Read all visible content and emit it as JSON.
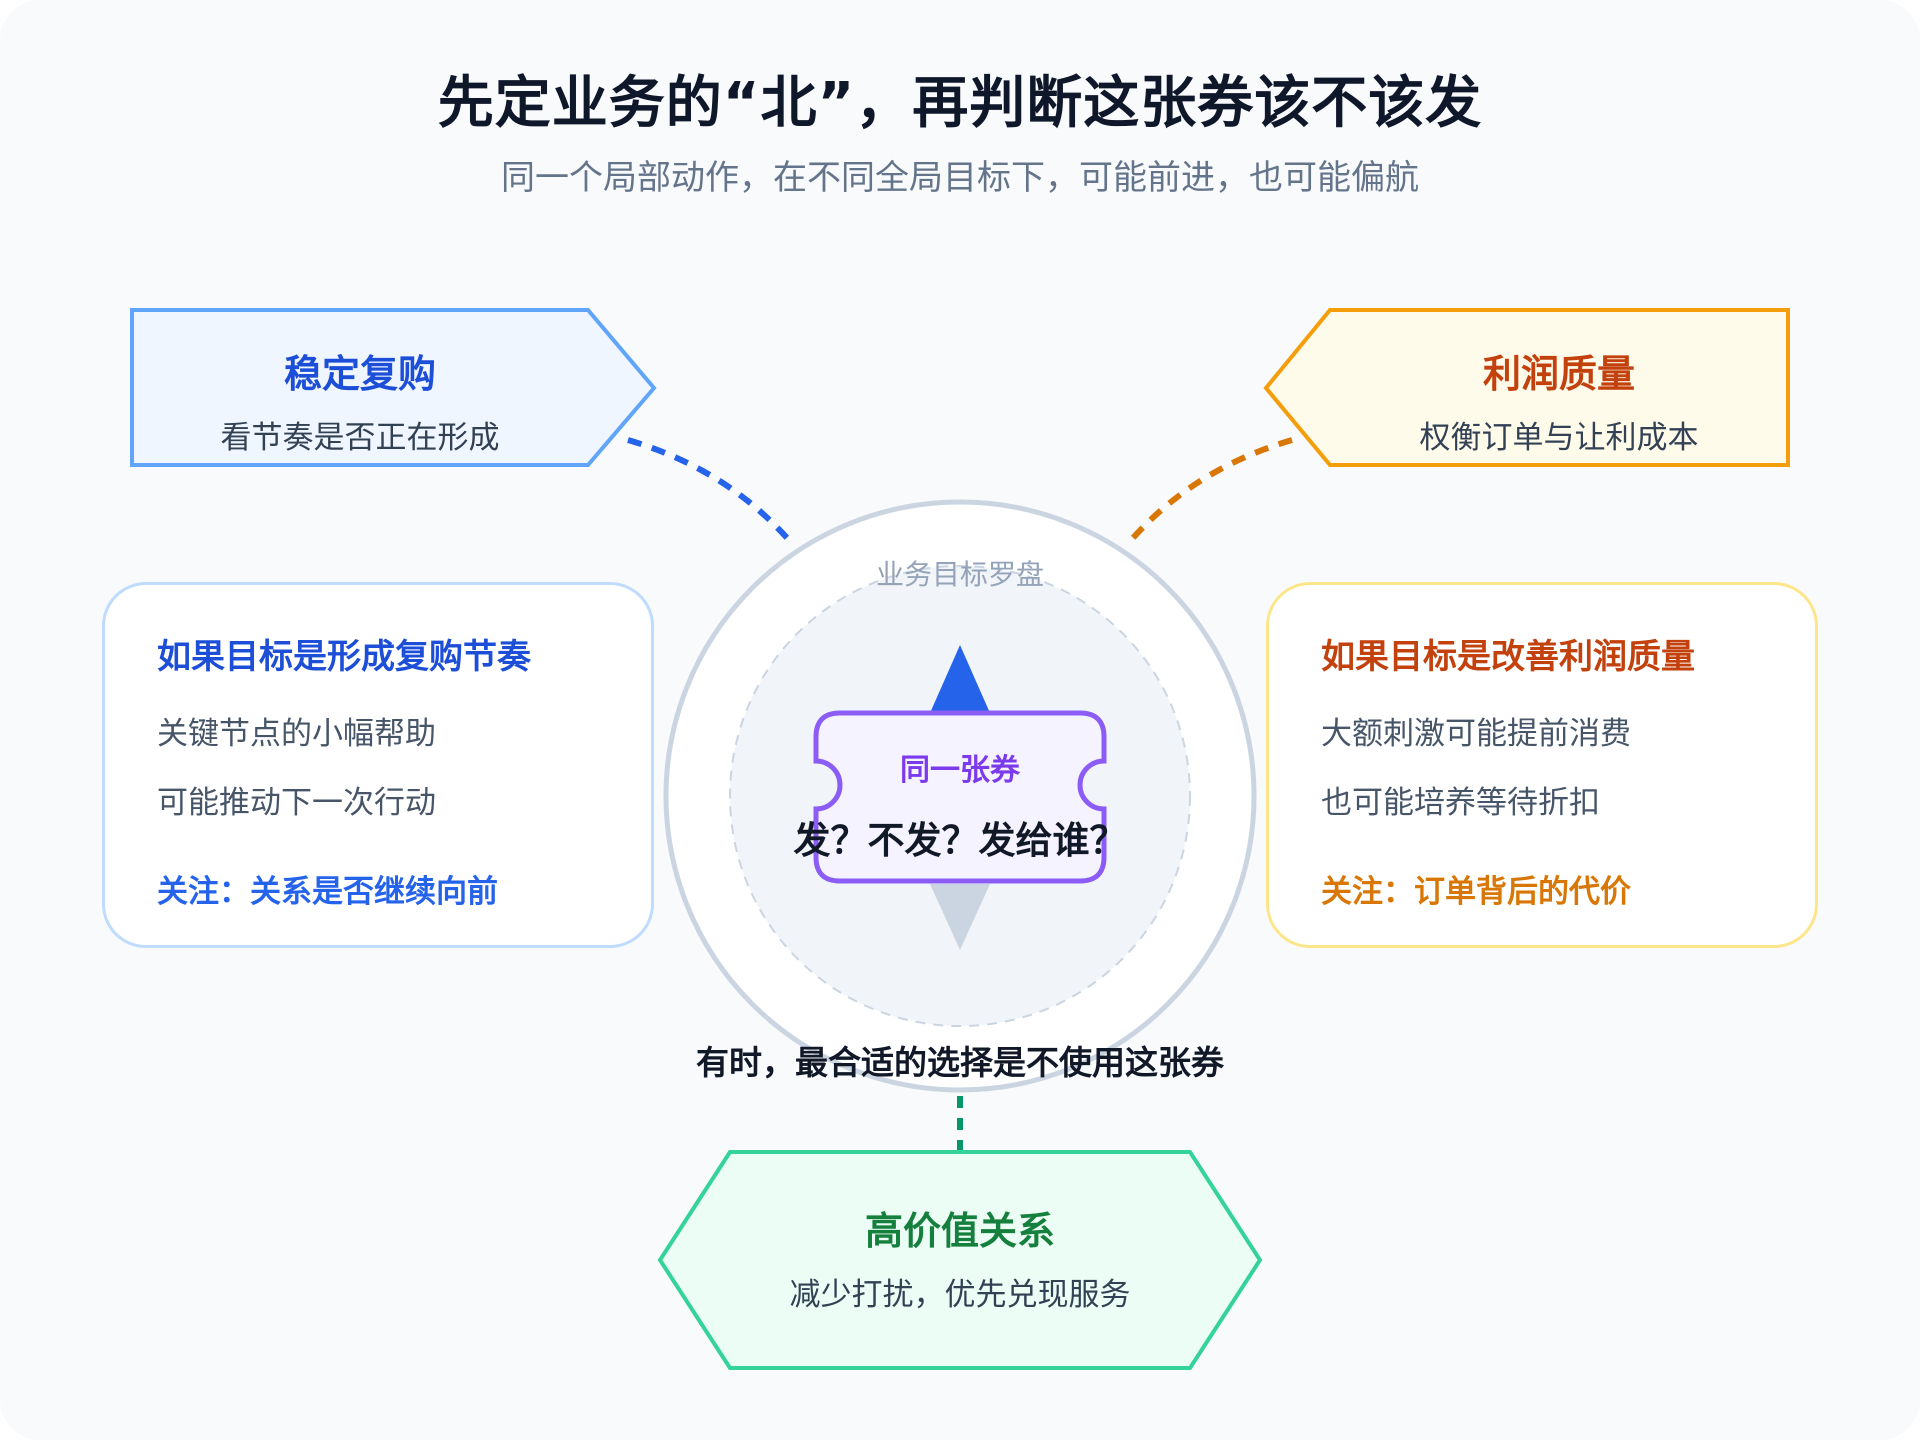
{
  "title": "先定业务的“北”，再判断这张券该不该发",
  "subtitle": "同一个局部动作，在不同全局目标下，可能前进，也可能偏航",
  "goals": {
    "top_left": {
      "title": "稳定复购",
      "subtitle": "看节奏是否正在形成"
    },
    "top_right": {
      "title": "利润质量",
      "subtitle": "权衡订单与让利成本"
    },
    "bottom": {
      "title": "高价值关系",
      "subtitle": "减少打扰，优先兑现服务"
    }
  },
  "cards": {
    "left": {
      "title": "如果目标是形成复购节奏",
      "lines": [
        "关键节点的小幅帮助",
        "可能推动下一次行动"
      ],
      "focus": "关注：关系是否继续向前"
    },
    "right": {
      "title": "如果目标是改善利润质量",
      "lines": [
        "大额刺激可能提前消费",
        "也可能培养等待折扣"
      ],
      "focus": "关注：订单背后的代价"
    }
  },
  "compass": {
    "label": "业务目标罗盘",
    "coupon_title": "同一张券",
    "coupon_question": "发？不发？发给谁？"
  },
  "bottom_note": "有时，最合适的选择是不使用这张券",
  "colors": {
    "blue": "#2563eb",
    "blue_dark": "#1d4ed8",
    "blue_border": "#60a5fa",
    "blue_fill": "#eff6ff",
    "orange": "#c2410c",
    "orange_dash": "#d97706",
    "orange_border": "#f59e0b",
    "orange_fill": "#fffbeb",
    "green": "#15803d",
    "green_dash": "#059669",
    "green_border": "#34d399",
    "green_fill": "#ecfdf5",
    "purple": "#7c3aed",
    "purple_border": "#8b5cf6",
    "purple_fill": "#f5f3ff",
    "ring": "#cbd5e1"
  }
}
